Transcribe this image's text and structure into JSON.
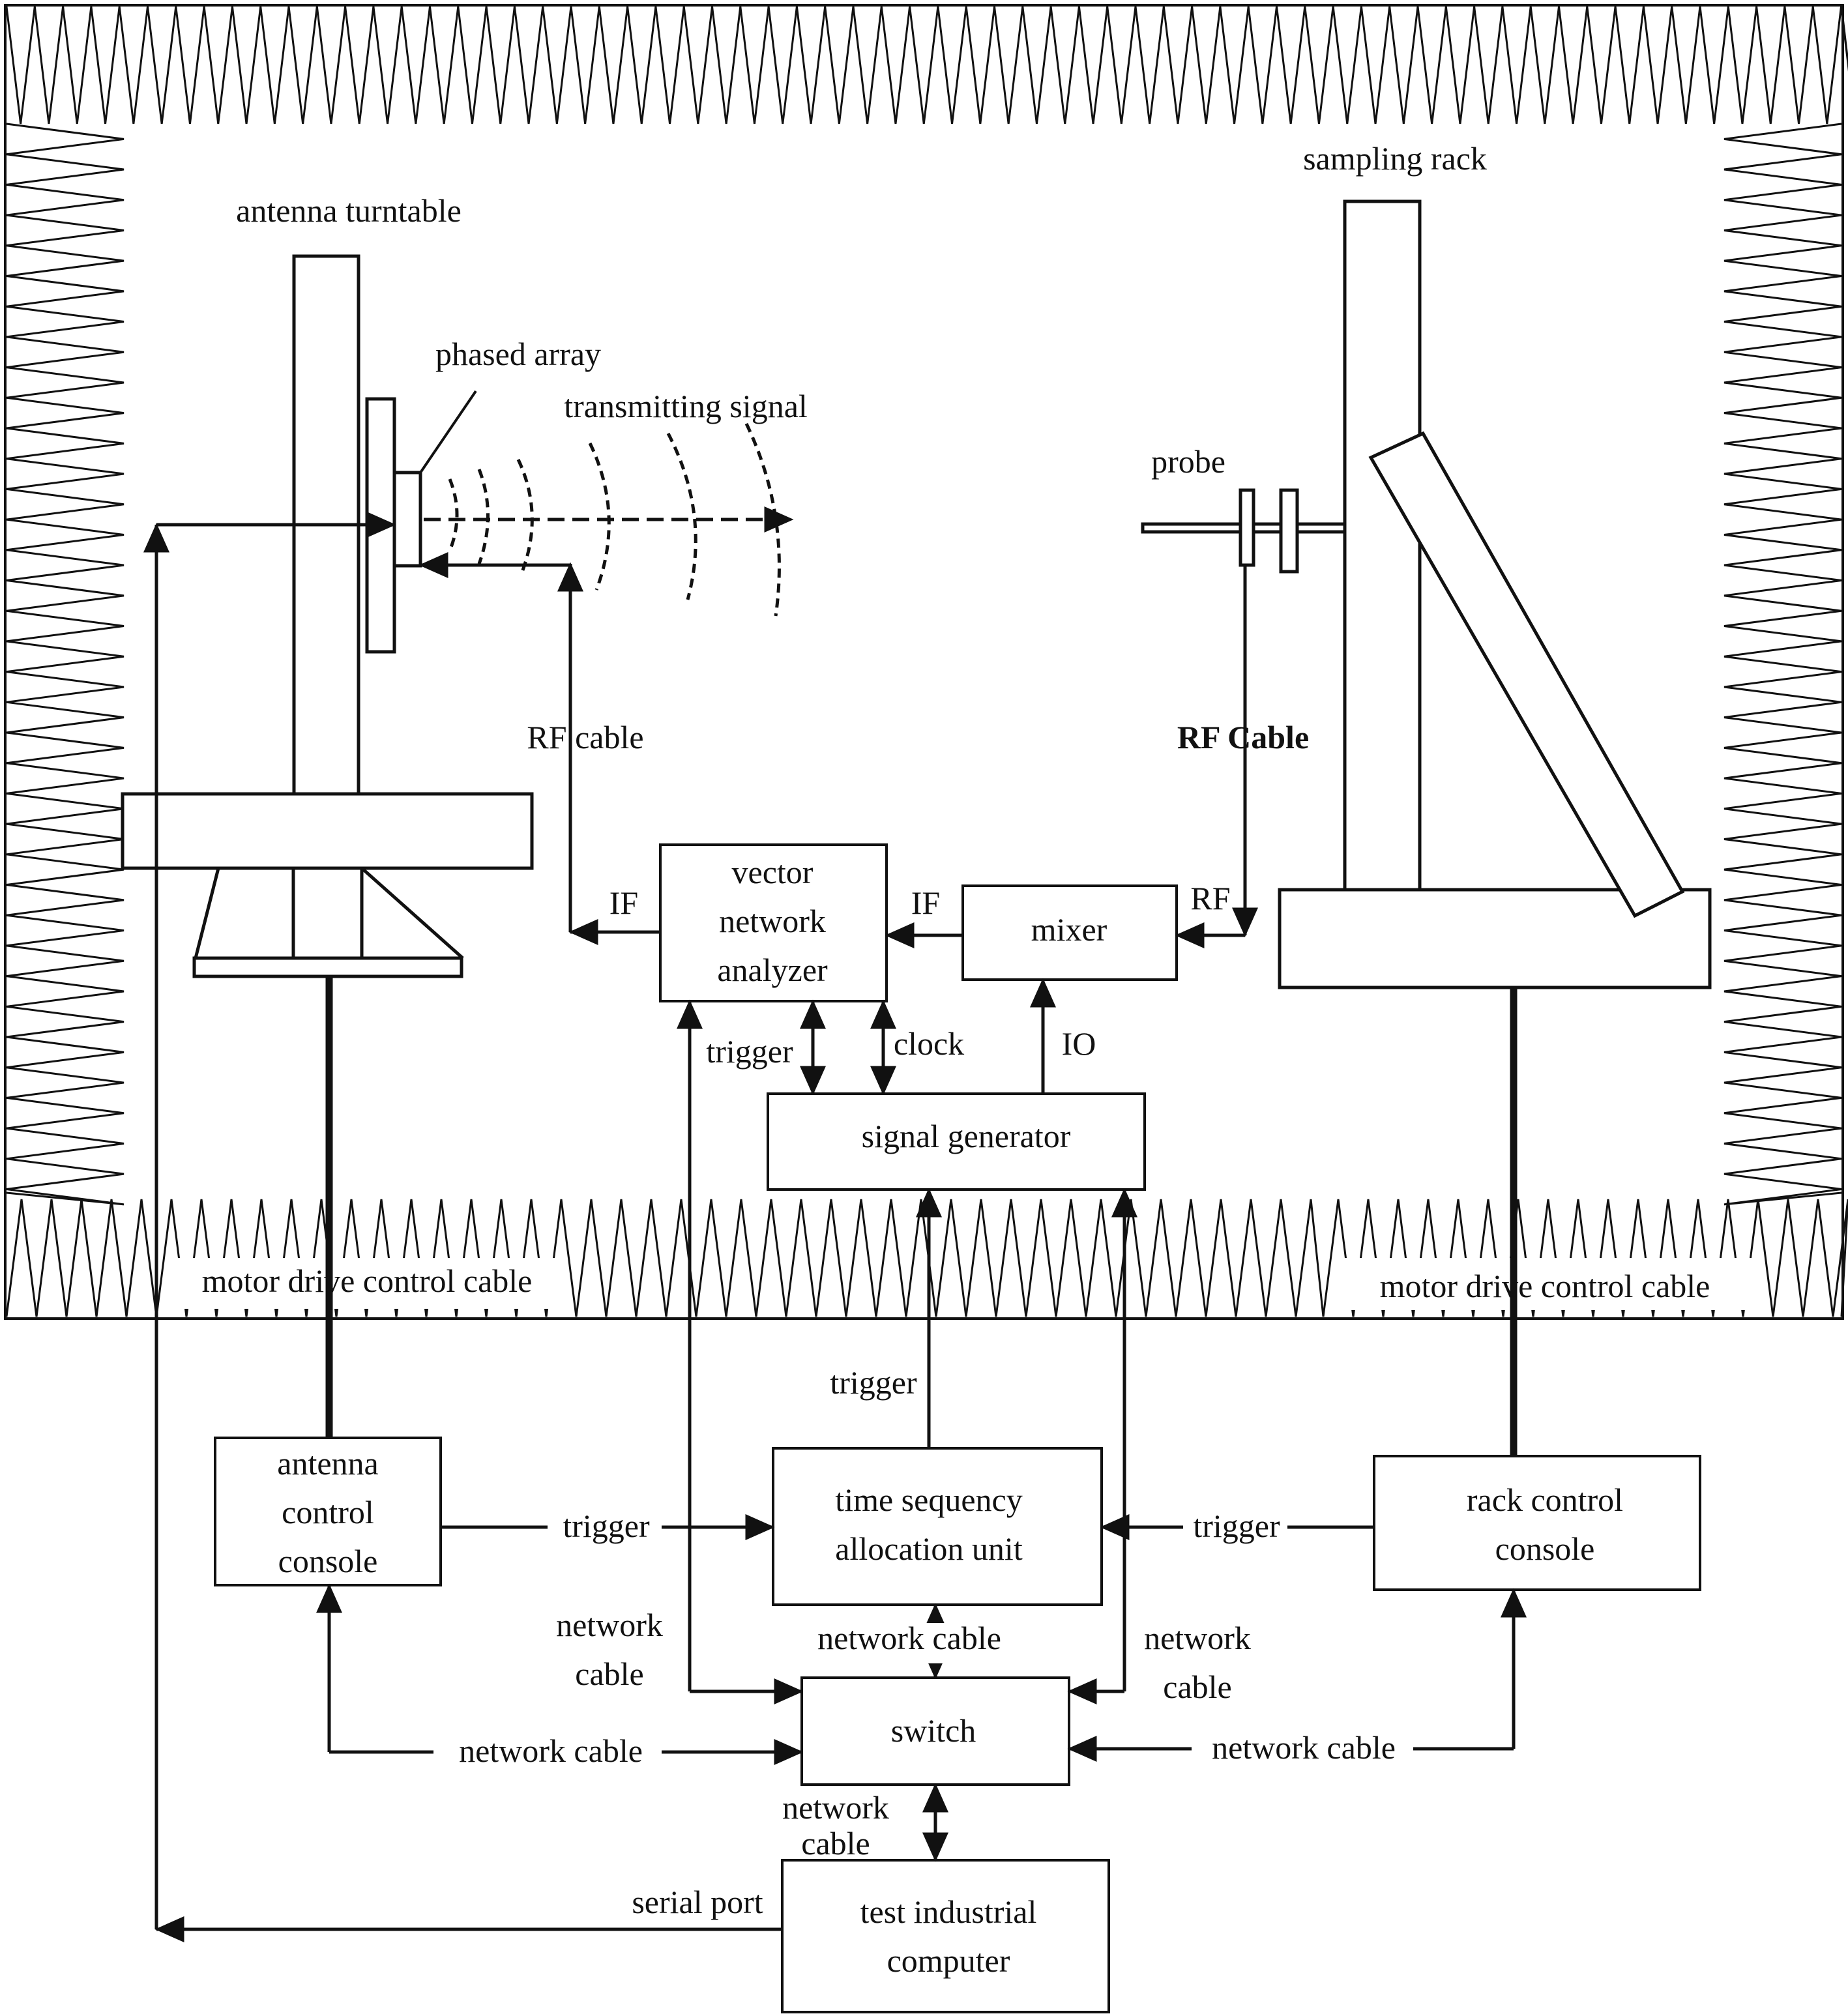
{
  "chamber": {
    "antenna_turntable_label": "antenna turntable",
    "sampling_rack_label": "sampling rack",
    "phased_array_label": "phased array",
    "transmitting_signal_label": "transmitting signal",
    "probe_label": "probe",
    "rf_cable_left_label": "RF cable",
    "rf_cable_right_label": "RF Cable",
    "motor_cable_left_label": "motor drive control cable",
    "motor_cable_right_label": "motor drive control cable"
  },
  "blocks": {
    "vna": [
      "vector",
      "network",
      "analyzer"
    ],
    "mixer": [
      "mixer"
    ],
    "signal_generator": [
      "signal generator"
    ],
    "antenna_console": [
      "antenna",
      "control",
      "console"
    ],
    "timing_unit": [
      "time sequency",
      "allocation unit"
    ],
    "rack_console": [
      "rack control",
      "console"
    ],
    "switch": [
      "switch"
    ],
    "computer": [
      "test industrial",
      "computer"
    ]
  },
  "signals": {
    "if_left": "IF",
    "if_mid": "IF",
    "rf_mixer": "RF",
    "trigger_vna": "trigger",
    "clock": "clock",
    "io": "IO",
    "trigger_sg": "trigger",
    "trigger_left": "trigger",
    "trigger_right": "trigger",
    "network_cable_top": "network cable",
    "network_cable_left_top": [
      "network",
      "cable"
    ],
    "network_cable_right_top": [
      "network",
      "cable"
    ],
    "network_cable_left": "network cable",
    "network_cable_right": "network cable",
    "network_cable_bottom": [
      "network",
      "cable"
    ],
    "serial_port": "serial port"
  },
  "colors": {
    "line": "#111111",
    "background": "#ffffff"
  }
}
